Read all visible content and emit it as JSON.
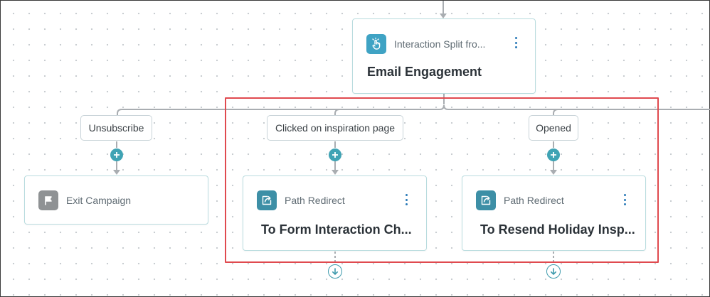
{
  "root_node": {
    "type_label": "Interaction Split fro...",
    "title": "Email Engagement",
    "icon": "pointer-hand-icon",
    "icon_color": "#3fa3c4"
  },
  "branches": [
    {
      "label": "Unsubscribe",
      "node": {
        "type_label": "Exit Campaign",
        "title": "",
        "icon": "flag-icon",
        "icon_color": "#8f9294"
      }
    },
    {
      "label": "Clicked on inspiration page",
      "node": {
        "type_label": "Path Redirect",
        "title": "To Form Interaction Ch...",
        "icon": "redirect-arrow-icon",
        "icon_color": "#3d8fa6"
      }
    },
    {
      "label": "Opened",
      "node": {
        "type_label": "Path Redirect",
        "title": "To Resend Holiday Insp...",
        "icon": "redirect-arrow-icon",
        "icon_color": "#3d8fa6"
      }
    }
  ],
  "colors": {
    "connector": "#a9adb1",
    "card_border": "#b9dcdf",
    "accent": "#3fa3b4",
    "highlight_border": "#e04a4f",
    "kebab": "#2a7ab8"
  }
}
